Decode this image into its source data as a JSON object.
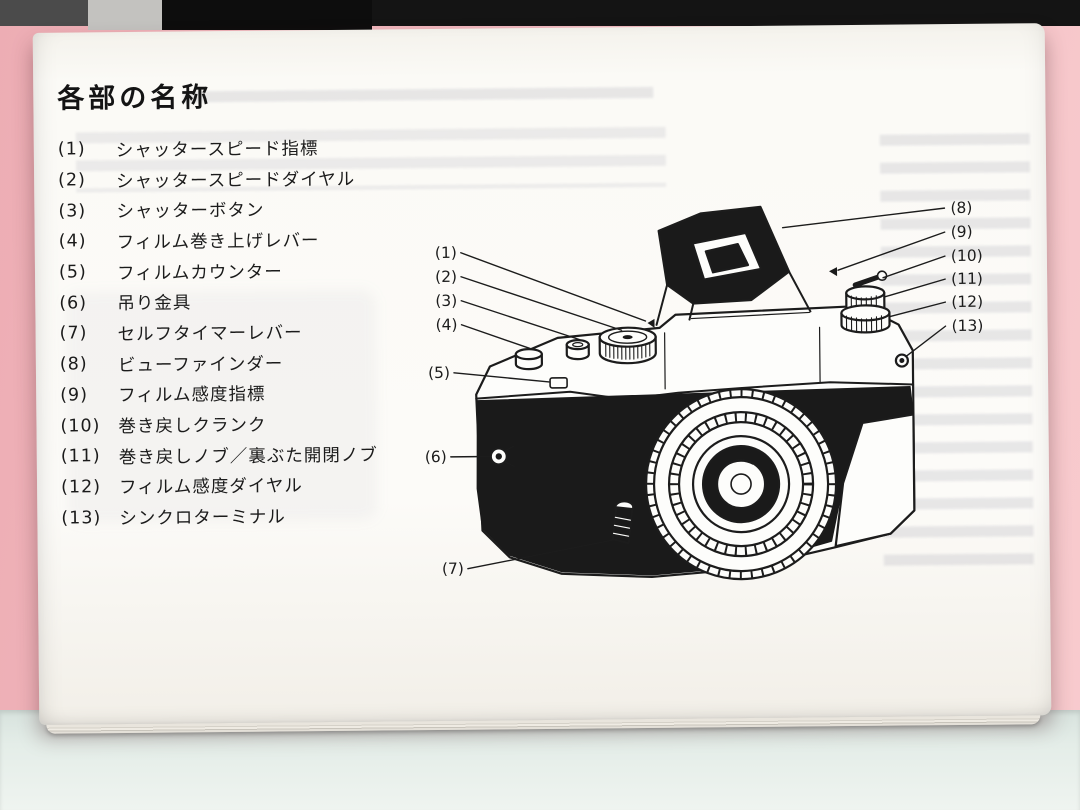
{
  "page": {
    "title": "各部の名称",
    "parts": [
      {
        "num": "(1)",
        "label": "シャッタースピード指標"
      },
      {
        "num": "(2)",
        "label": "シャッタースピードダイヤル"
      },
      {
        "num": "(3)",
        "label": "シャッターボタン"
      },
      {
        "num": "(4)",
        "label": "フィルム巻き上げレバー"
      },
      {
        "num": "(5)",
        "label": "フィルムカウンター"
      },
      {
        "num": "(6)",
        "label": "吊り金具"
      },
      {
        "num": "(7)",
        "label": "セルフタイマーレバー"
      },
      {
        "num": "(8)",
        "label": "ビューファインダー"
      },
      {
        "num": "(9)",
        "label": "フィルム感度指標"
      },
      {
        "num": "(10)",
        "label": "巻き戻しクランク"
      },
      {
        "num": "(11)",
        "label": "巻き戻しノブ／裏ぶた開閉ノブ"
      },
      {
        "num": "(12)",
        "label": "フィルム感度ダイヤル"
      },
      {
        "num": "(13)",
        "label": "シンクロターミナル"
      }
    ]
  },
  "diagram": {
    "left_callouts": [
      "(1)",
      "(2)",
      "(3)",
      "(4)",
      "(5)",
      "(6)",
      "(7)"
    ],
    "right_callouts": [
      "(8)",
      "(9)",
      "(10)",
      "(11)",
      "(12)",
      "(13)"
    ]
  },
  "colors": {
    "cover_pink": "#f0b6bc",
    "table_surface": "#e2ebe6",
    "page_paper": "#fbfaf6",
    "ink": "#1c1c1c"
  }
}
